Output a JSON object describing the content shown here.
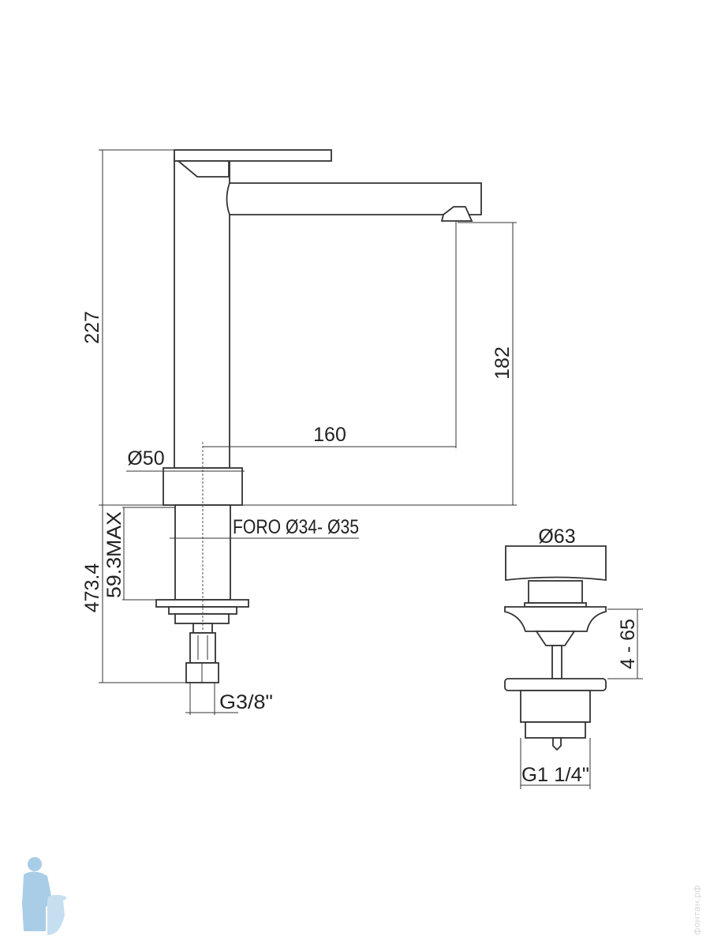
{
  "drawing": {
    "faucet": {
      "height_total": "227",
      "spout_height": "182",
      "spout_reach": "160",
      "base_diameter": "Ø50",
      "hole_diameter": "FORO Ø34- Ø35",
      "max_deck_thickness": "59.3MAX",
      "hose_length": "473.4",
      "hose_thread": "G3/8\""
    },
    "drain": {
      "cap_diameter": "Ø63",
      "deck_range": "4 - 65",
      "thread": "G1 1/4\""
    }
  },
  "watermark": "фонтан.рф",
  "colors": {
    "line": "#333333",
    "logo": "#a9cde6"
  }
}
